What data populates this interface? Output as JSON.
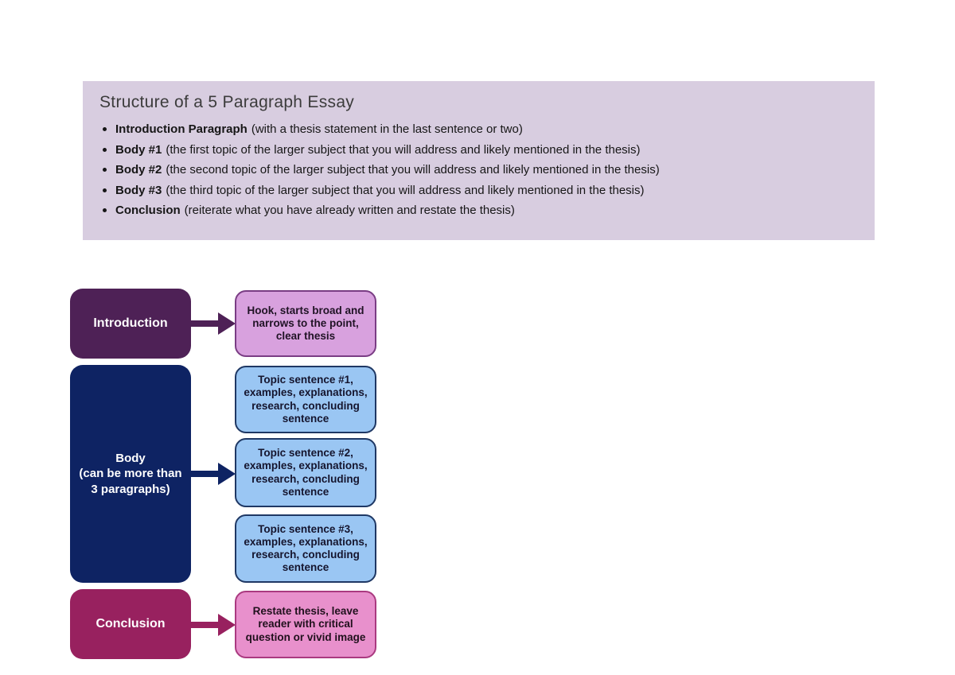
{
  "header": {
    "title": "Structure of a 5 Paragraph Essay",
    "background": "#d8cde0",
    "bullets": [
      {
        "label": "Introduction Paragraph",
        "text": "(with a thesis statement in the last sentence or two)"
      },
      {
        "label": "Body #1",
        "text": "(the first topic of the larger subject that you will address and likely mentioned in the thesis)"
      },
      {
        "label": "Body #2",
        "text": "(the second topic of the larger subject that you will address and likely mentioned in the thesis)"
      },
      {
        "label": "Body #3",
        "text": "(the third topic of the larger subject that you will address and likely mentioned in the thesis)"
      },
      {
        "label": "Conclusion",
        "text": "(reiterate what you have already written and restate the thesis)"
      }
    ]
  },
  "flowchart": {
    "stages": [
      {
        "label": "Introduction",
        "color": "#4e2156"
      },
      {
        "label": "Body\n(can be more than\n3 paragraphs)",
        "color": "#0e2363"
      },
      {
        "label": "Conclusion",
        "color": "#98215f"
      }
    ],
    "details": [
      {
        "text": "Hook, starts broad and\nnarrows to the point,\nclear thesis",
        "fill": "#d8a1de",
        "border": "#7a3d84"
      },
      {
        "text": "Topic sentence #1,\nexamples, explanations,\nresearch, concluding\nsentence",
        "fill": "#9ac6f3",
        "border": "#1f3864"
      },
      {
        "text": "Topic sentence #2,\nexamples, explanations,\nresearch, concluding\nsentence",
        "fill": "#9ac6f3",
        "border": "#1f3864"
      },
      {
        "text": "Topic sentence #3,\nexamples, explanations,\nresearch, concluding\nsentence",
        "fill": "#9ac6f3",
        "border": "#1f3864"
      },
      {
        "text": "Restate thesis, leave\nreader with critical\nquestion or vivid image",
        "fill": "#e890cc",
        "border": "#aa3a80"
      }
    ]
  }
}
